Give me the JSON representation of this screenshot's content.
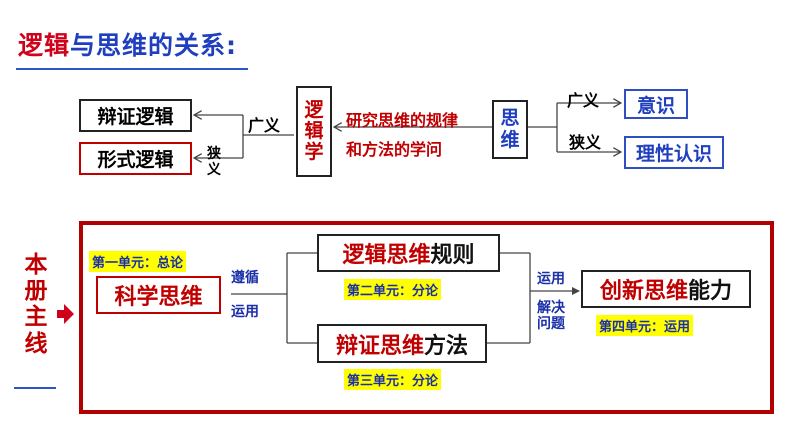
{
  "header": {
    "title_part1": "逻辑",
    "title_part2": "与",
    "title_part3": "思维",
    "title_part4": "的关系:"
  },
  "top": {
    "dialectic_logic": "辩证逻辑",
    "formal_logic": "形式逻辑",
    "broad_left": "广义",
    "narrow_left_1": "狭",
    "narrow_left_2": "义",
    "logic_science_1": "逻",
    "logic_science_2": "辑",
    "logic_science_3": "学",
    "definition_line1": "研究思维的规律",
    "definition_line2": "和方法的学问",
    "thinking_1": "思",
    "thinking_2": "维",
    "broad_right": "广义",
    "narrow_right": "狭义",
    "consciousness": "意识",
    "rational_cognition": "理性认识"
  },
  "side": {
    "c1": "本",
    "c2": "册",
    "c3": "主",
    "c4": "线"
  },
  "main": {
    "unit1_tag": "第一单元：总论",
    "scientific_thinking": "科学思维",
    "follow": "遵循",
    "apply_left": "运用",
    "logic_rules_red": "逻辑思维",
    "logic_rules_black": "规则",
    "unit2_tag": "第二单元：分论",
    "dialectic_red": "辩证思维",
    "dialectic_black": "方法",
    "unit3_tag": "第三单元：分论",
    "apply_right": "运用",
    "solve_1": "解决",
    "solve_2": "问题",
    "innovation_red": "创新思维",
    "innovation_black": "能力",
    "unit4_tag": "第四单元：运用"
  },
  "colors": {
    "red": "#c00000",
    "blue": "#2e4fbf",
    "highlight": "#ffff00"
  }
}
